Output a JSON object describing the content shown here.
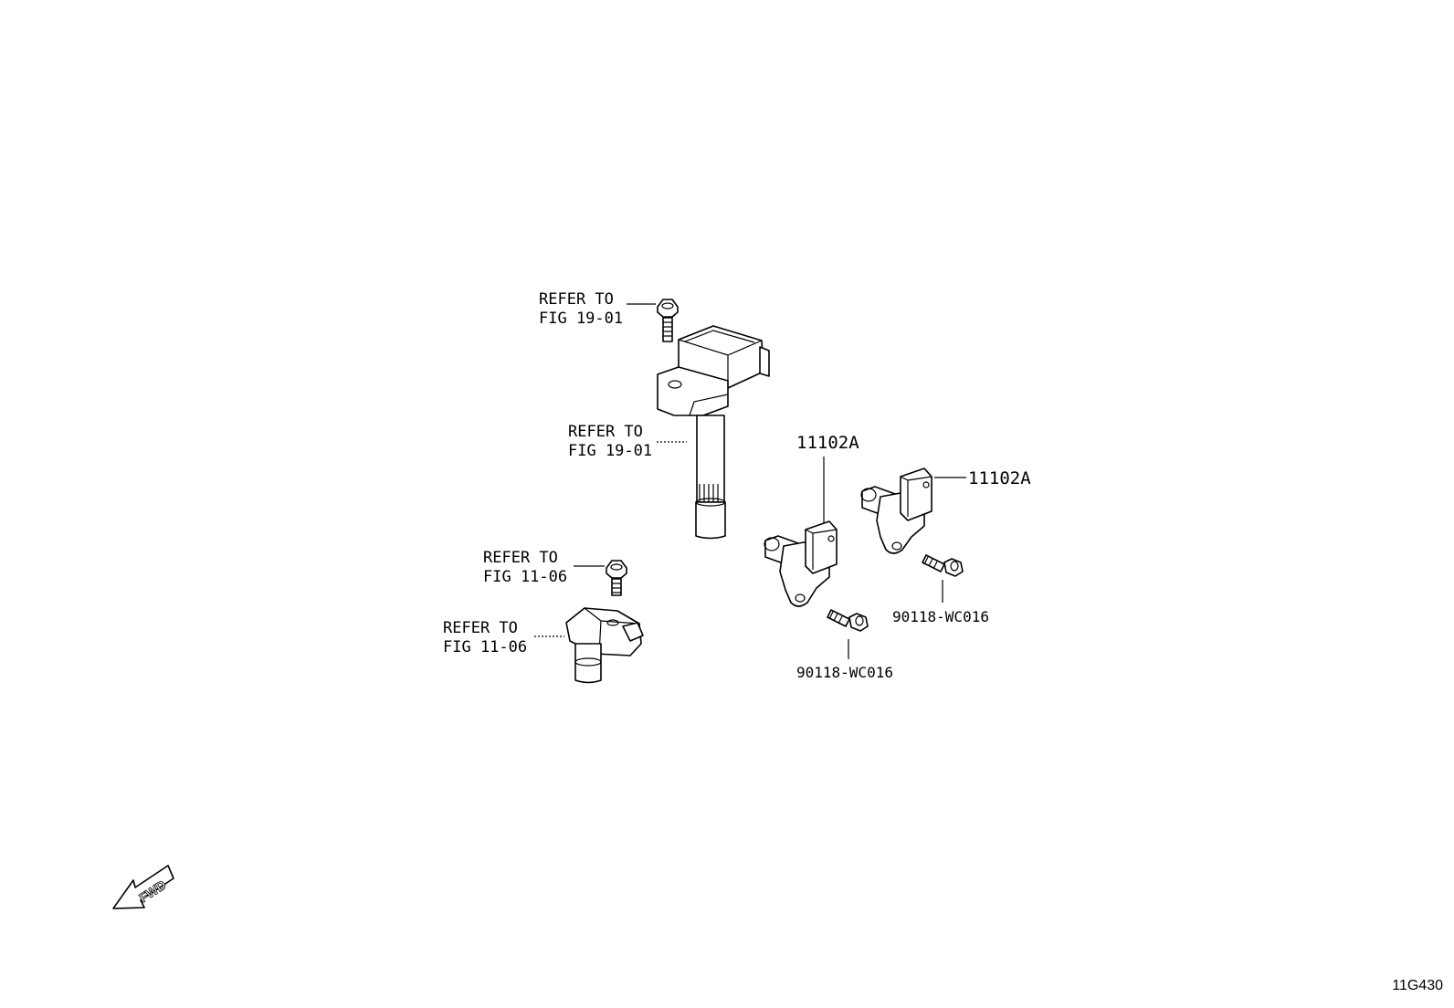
{
  "callouts": {
    "ref_bolt_coil": {
      "line1": "REFER TO",
      "line2": "FIG 19-01"
    },
    "ref_coil": {
      "line1": "REFER TO",
      "line2": "FIG 19-01"
    },
    "ref_bolt_sensor": {
      "line1": "REFER TO",
      "line2": "FIG 11-06"
    },
    "ref_sensor": {
      "line1": "REFER TO",
      "line2": "FIG 11-06"
    }
  },
  "parts": {
    "sensor_a_number": "11102A",
    "sensor_b_number": "11102A",
    "bolt_a_number": "90118-WC016",
    "bolt_b_number": "90118-WC016"
  },
  "fwd_label": "FWD",
  "figure_id": "11G430"
}
